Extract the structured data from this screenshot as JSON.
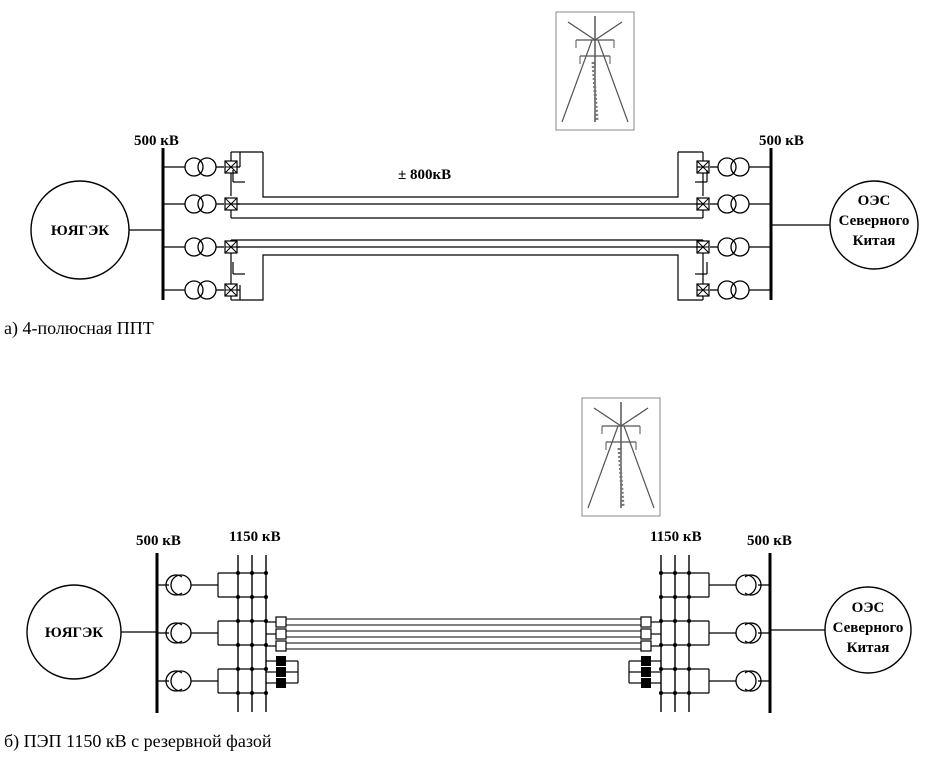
{
  "diagram_a": {
    "left_bus_voltage": "500 кВ",
    "right_bus_voltage": "500 кВ",
    "line_voltage": "± 800кВ",
    "left_node": "ЮЯГЭК",
    "right_node_line1": "ОЭС",
    "right_node_line2": "Северного",
    "right_node_line3": "Китая",
    "caption": "а) 4-полюсная ППТ"
  },
  "diagram_b": {
    "left_bus_voltage": "500 кВ",
    "left_hv_voltage": "1150 кВ",
    "right_hv_voltage": "1150 кВ",
    "right_bus_voltage": "500 кВ",
    "left_node": "ЮЯГЭК",
    "right_node_line1": "ОЭС",
    "right_node_line2": "Северного",
    "right_node_line3": "Китая",
    "caption": "б) ПЭП 1150 кВ с резервной фазой"
  },
  "icons": [
    "transmission-tower-icon",
    "transformer-icon",
    "converter-icon",
    "reactor-icon"
  ]
}
